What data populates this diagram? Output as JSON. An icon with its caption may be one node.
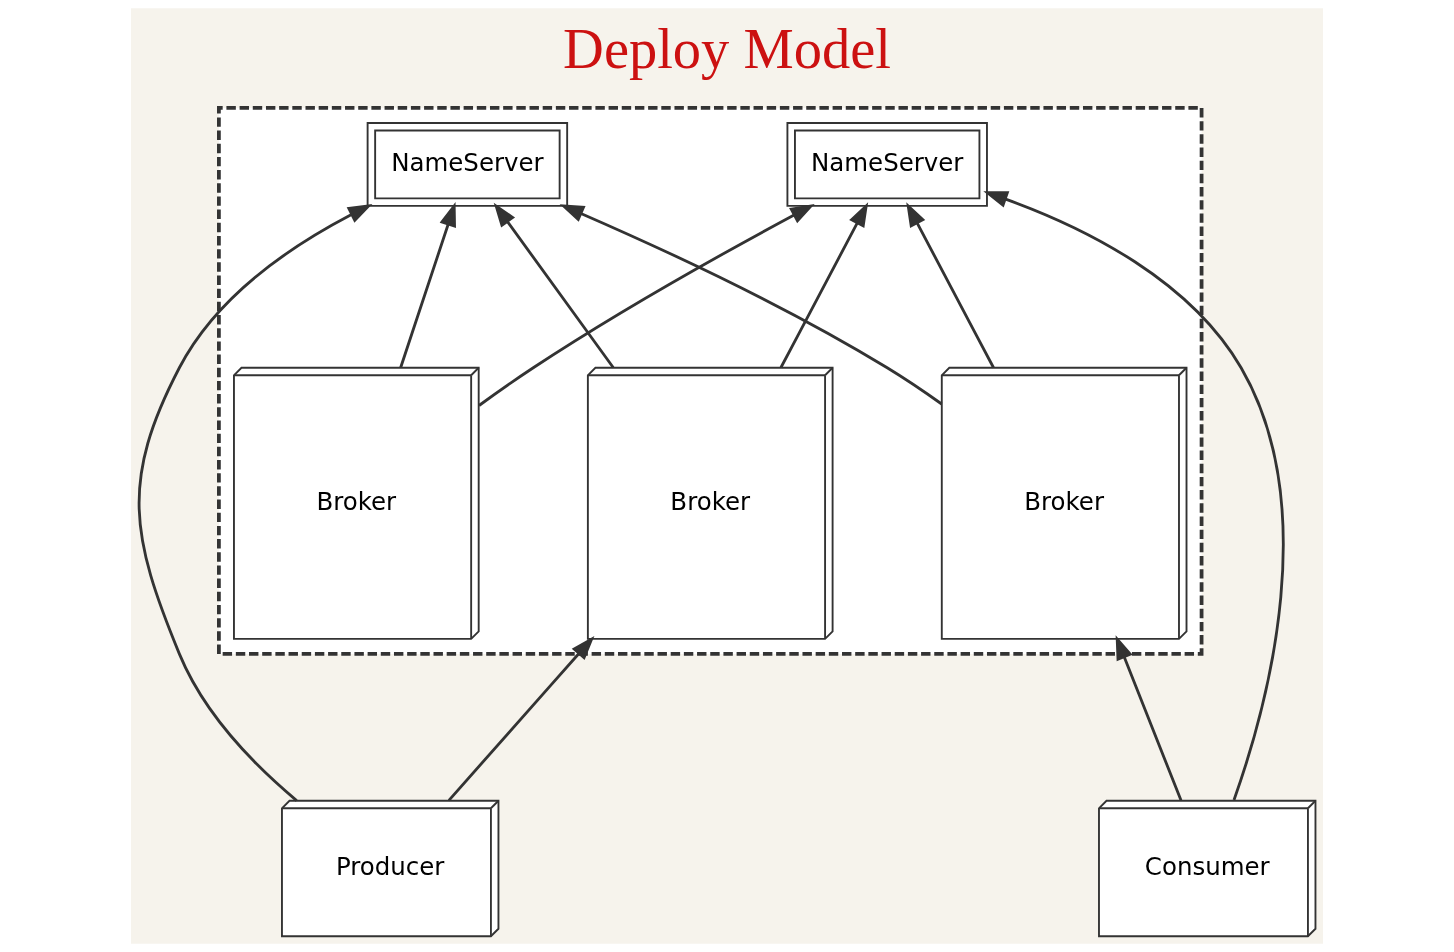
{
  "diagram": {
    "title": "Deploy Model",
    "nodes": [
      {
        "text": [],
        "shape": "box"
      },
      {
        "text": [
          "NameServer"
        ],
        "in": 0
      },
      {
        "text": [
          "NameServer"
        ],
        "in": 0
      },
      {
        "text": [
          "Producer"
        ]
      },
      {
        "text": [
          "Consumer"
        ]
      },
      {
        "text": [
          "Broker"
        ],
        "in": 0
      },
      {
        "text": [
          "Broker"
        ],
        "in": 0
      },
      {
        "text": [
          "Broker"
        ],
        "in": 0
      }
    ],
    "edges": [
      {
        "from": 3,
        "to": 1,
        "arrow": "to"
      },
      {
        "from": 3,
        "to": 5,
        "arrow": "to"
      },
      {
        "from": 5,
        "to": 1,
        "arrow": "to"
      },
      {
        "from": 5,
        "to": 2,
        "arrow": "to"
      },
      {
        "from": 6,
        "to": 1,
        "arrow": "to"
      },
      {
        "from": 6,
        "to": 2,
        "arrow": "to"
      },
      {
        "from": 7,
        "to": 1,
        "arrow": "to"
      },
      {
        "from": 7,
        "to": 2,
        "arrow": "to"
      },
      {
        "from": 4,
        "to": 2,
        "arrow": "to"
      },
      {
        "from": 4,
        "to": 7,
        "arrow": "to"
      }
    ]
  }
}
